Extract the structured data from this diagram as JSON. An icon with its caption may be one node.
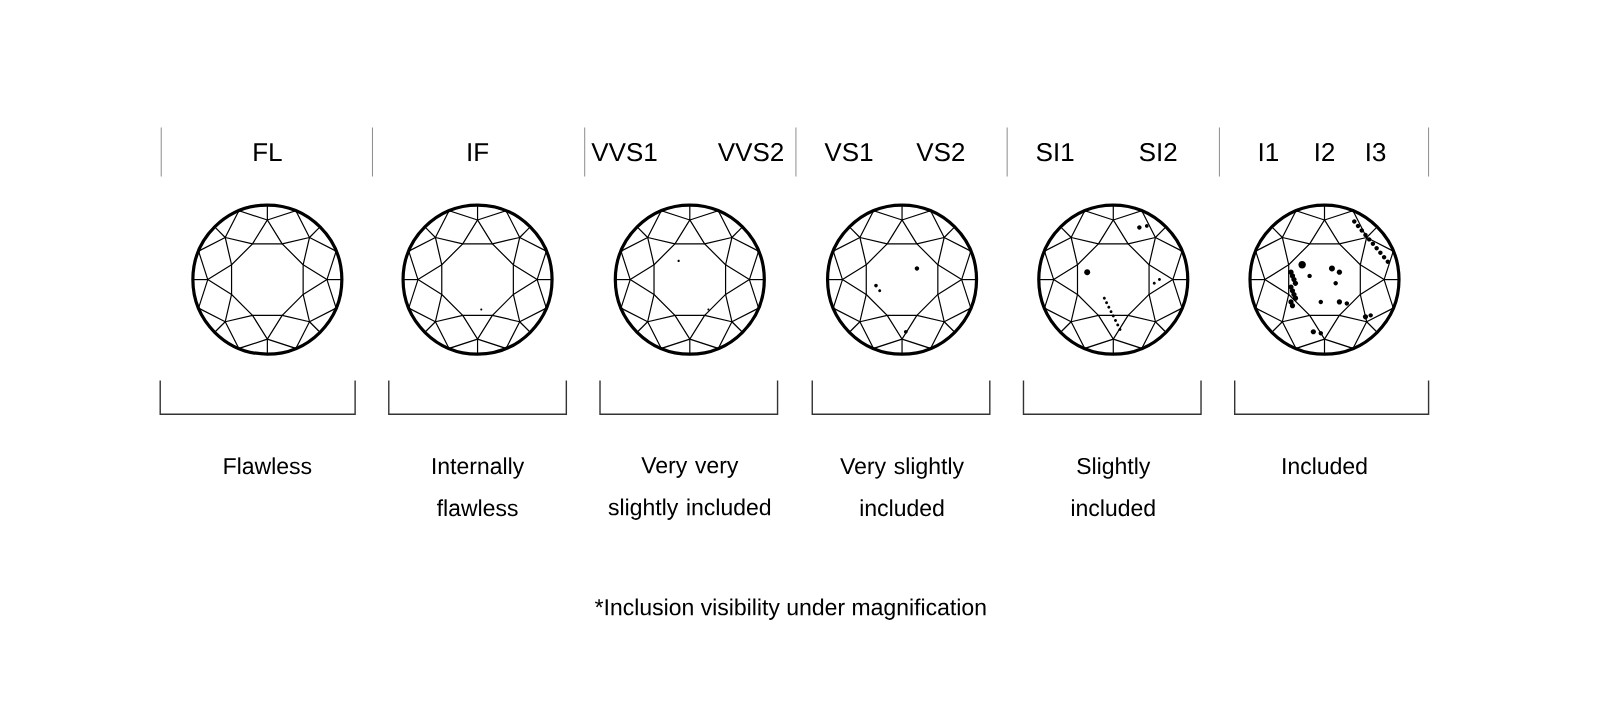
{
  "diagram": {
    "caption": "*Inclusion visibility under magnification",
    "labels": [
      "FL",
      "IF",
      "VVS1",
      "VVS2",
      "VS1",
      "VS2",
      "SI1",
      "SI2",
      "I1",
      "I2",
      "I3",
      "Flawless",
      "Internally flawless",
      "Very very slightly included",
      "Very slightly included",
      "Slightly included",
      "Included"
    ]
  }
}
